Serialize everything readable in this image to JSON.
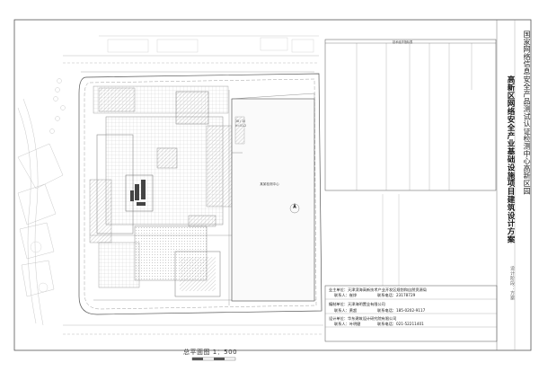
{
  "drawing": {
    "caption": "总平面图  1：500",
    "title_vertical": "国家网络信息安全产品测试认证检测中心高新区园",
    "project_vertical": "高新区网络安全产业基础设施项目建筑设计方案",
    "stage_vertical": "设计阶段：方案",
    "table_title": "技术经济指标表",
    "building_label": "某某检测中心"
  },
  "info_block": {
    "owner_label": "业主单位：",
    "owner_value": "天津滨海高新技术产业开发区规划和自然资源局",
    "contact1_label": "联系人：",
    "contact1_value": "崔烨",
    "phone1_label": "联系电话：",
    "phone1_value": "23178729",
    "compiler_label": "编制单位：",
    "compiler_value": "天津海明置业有限公司",
    "contact2_label": "联系人：",
    "contact2_value": "黄超",
    "phone2_label": "联系电话：",
    "phone2_value": "185-0202-9117",
    "designer_label": "设计单位：",
    "designer_value": "华东建筑设计研究院有限公司",
    "contact3_label": "联系人：",
    "contact3_value": "叶明健",
    "phone3_label": "联系电话：",
    "phone3_value": "021-52211401"
  }
}
